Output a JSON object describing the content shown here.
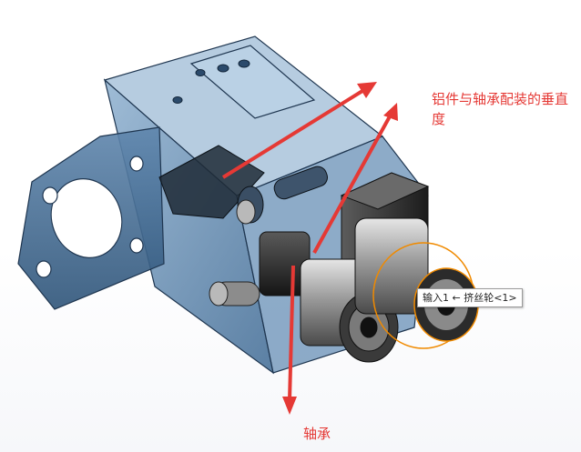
{
  "annotations": {
    "perpendicularity_label": "铝件与轴承配装的垂直度",
    "bearing_label": "轴承"
  },
  "tooltip": {
    "text": "输入1 ← 挤丝轮<1>"
  },
  "colors": {
    "annotation_red": "#e53935",
    "housing_blue": "#4a7aa6",
    "selection_orange": "#f08a00"
  }
}
